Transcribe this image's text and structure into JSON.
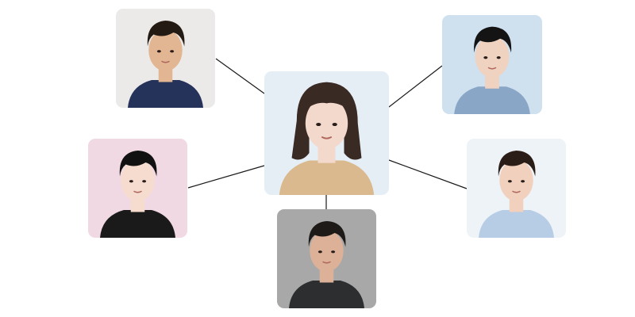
{
  "diagram": {
    "center": {
      "id": "center",
      "kind": "woman-portrait",
      "bg": "#e6eef5",
      "skin": "#f3d9cc",
      "hair": "#3a2a24",
      "top": "#d9b98d"
    },
    "nodes": [
      {
        "id": "top-left",
        "kind": "man-portrait",
        "bg": "#eceae8",
        "skin": "#e2b692",
        "hair": "#241a14",
        "top": "#25325a"
      },
      {
        "id": "top-right",
        "kind": "man-portrait",
        "bg": "#cfe0ef",
        "skin": "#f0d2c0",
        "hair": "#141414",
        "top": "#8aa6c6"
      },
      {
        "id": "mid-left",
        "kind": "man-portrait",
        "bg": "#f1d9e3",
        "skin": "#f6dccf",
        "hair": "#111111",
        "top": "#1a1a1a"
      },
      {
        "id": "mid-right",
        "kind": "man-portrait",
        "bg": "#eef3f8",
        "skin": "#f1d0bd",
        "hair": "#2a1c16",
        "top": "#b7cde6"
      },
      {
        "id": "bottom",
        "kind": "man-portrait",
        "bg": "#a8a8a8",
        "skin": "#dcb197",
        "hair": "#1e1a18",
        "top": "#2c2e30"
      }
    ],
    "links": [
      {
        "from": "center",
        "to": "top-left"
      },
      {
        "from": "center",
        "to": "top-right"
      },
      {
        "from": "center",
        "to": "mid-left"
      },
      {
        "from": "center",
        "to": "mid-right"
      },
      {
        "from": "center",
        "to": "bottom"
      }
    ]
  }
}
